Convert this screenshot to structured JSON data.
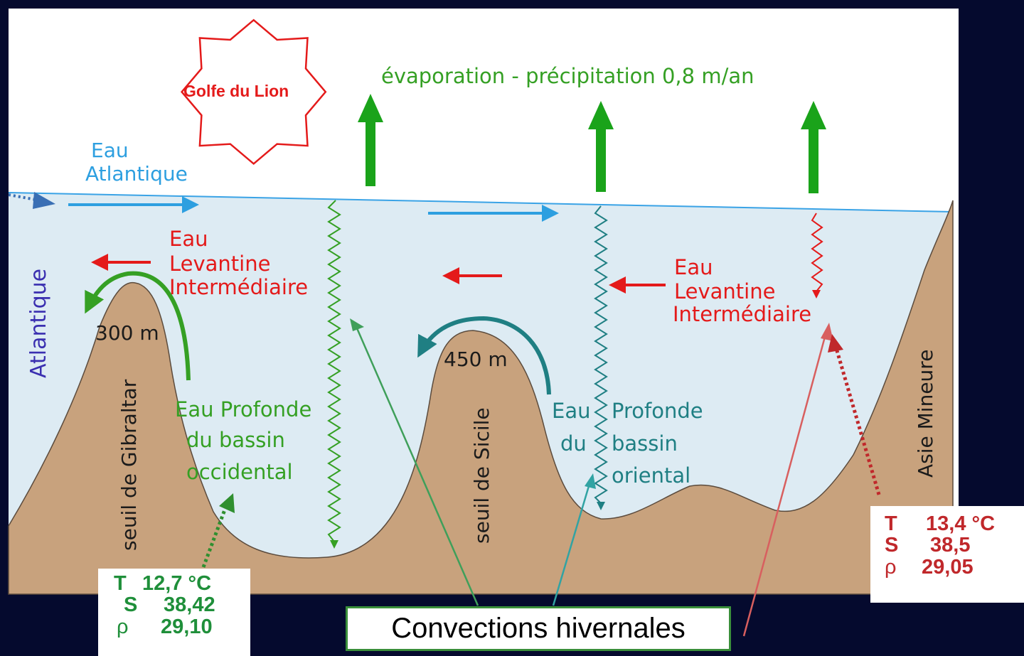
{
  "labels": {
    "golfe": "Golfe du Lion",
    "evaporation": "évaporation - précipitation 0,8 m/an",
    "eau_atl_1": "Eau",
    "eau_atl_2": "Atlantique",
    "atlantique": "Atlantique",
    "liw_w_1": "Eau",
    "liw_w_2": "Levantine",
    "liw_w_3": "Intermédiaire",
    "liw_e_1": "Eau",
    "liw_e_2": "Levantine",
    "liw_e_3": "Intermédiaire",
    "depth_gibraltar": "300 m",
    "depth_sicile": "450 m",
    "seuil_gibraltar": "seuil de Gibraltar",
    "seuil_sicile": "seuil de Sicile",
    "asie_mineure": "Asie Mineure",
    "west_deep_1": "Eau Profonde",
    "west_deep_2": "du bassin",
    "west_deep_3": "occidental",
    "east_deep_eau": "Eau",
    "east_deep_profonde": "Profonde",
    "east_deep_du": "du",
    "east_deep_bassin": "bassin",
    "east_deep_oriental": "oriental",
    "convections": "Convections hivernales"
  },
  "box_west": {
    "t_label": "T",
    "t_value": "12,7 °C",
    "s_label": "S",
    "s_value": "38,42",
    "rho_label": "ρ",
    "rho_value": "29,10"
  },
  "box_east": {
    "t_label": "T",
    "t_value": "13,4 °C",
    "s_label": "S",
    "s_value": "38,5",
    "rho_label": "ρ",
    "rho_value": "29,05"
  },
  "colors": {
    "background": "#050a2e",
    "sea": "#ddebf3",
    "land": "#c8a27d",
    "atlantic_water": "#2d9fe0",
    "levantine": "#e41a1a",
    "western_deep": "#35a024",
    "eastern_deep": "#1f7f83",
    "evaporation_arrow": "#1aa31a",
    "box_west_text": "#1f8f3a",
    "box_east_text": "#c0282b"
  }
}
